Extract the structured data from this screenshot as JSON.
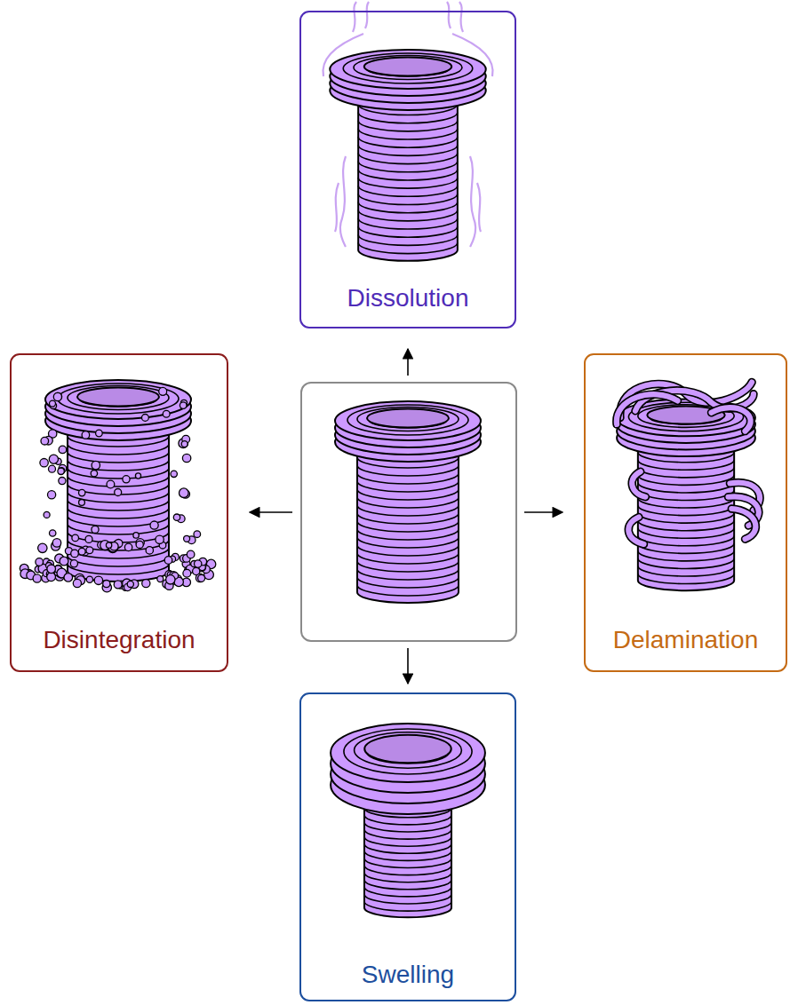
{
  "diagram": {
    "nodes": [
      {
        "text": [
          "Dissolution"
        ]
      },
      {
        "text": [
          "Disintegration"
        ]
      },
      {
        "text": [
          "Delamination"
        ]
      },
      {
        "text": [
          "Swelling"
        ]
      }
    ]
  }
}
